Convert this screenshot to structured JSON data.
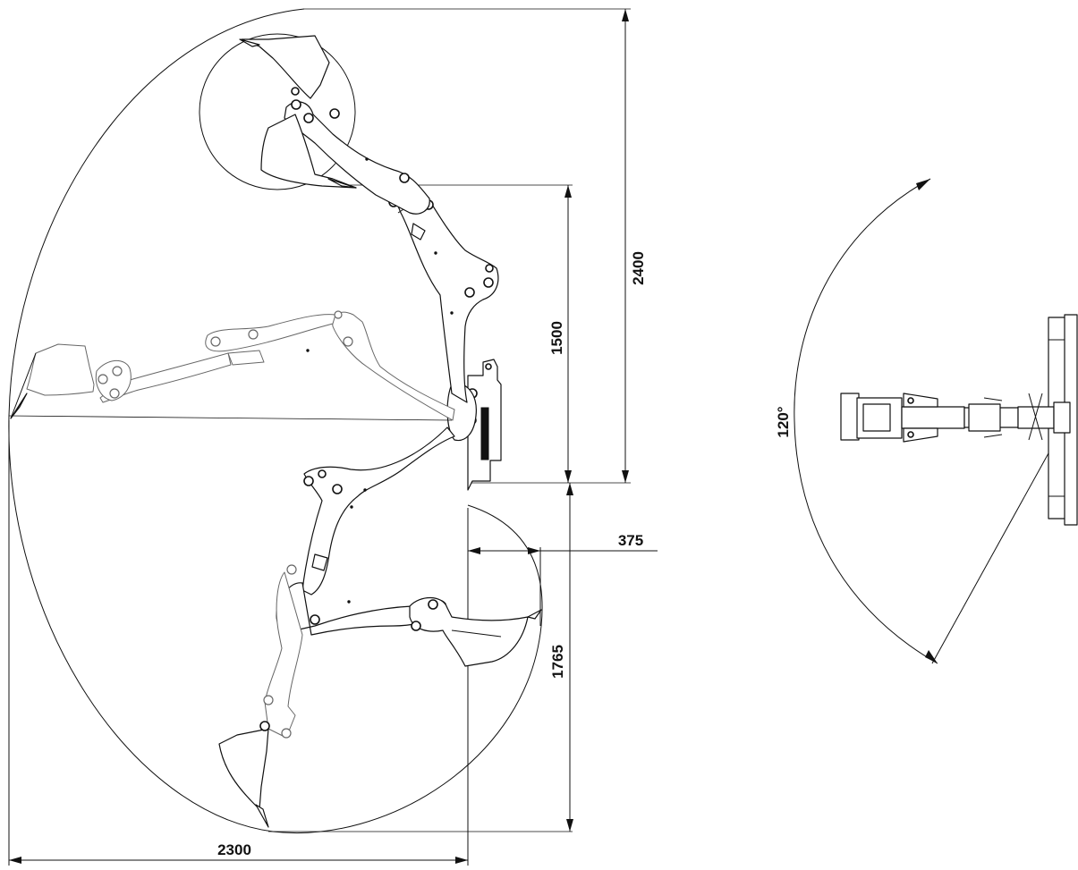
{
  "dimensions": {
    "max_height": "2400",
    "height_1500": "1500",
    "offset_375": "375",
    "depth_1765": "1765",
    "reach_2300": "2300",
    "swing_angle": "120°"
  }
}
